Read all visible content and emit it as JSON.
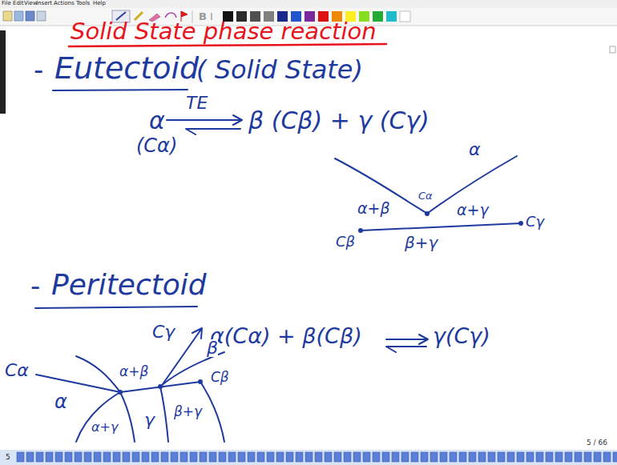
{
  "diagram": {
    "title": "Solid State phase reaction",
    "labels": [
      "File",
      "Edit",
      "View",
      "Insert",
      "Actions",
      "Tools",
      "Help",
      "-",
      "Eutectoid",
      "( Solid State)",
      "α",
      "TE",
      "β (Cβ) + γ (Cγ)",
      "(Cα)",
      "α",
      "α+β",
      "Cα",
      "α+γ",
      "Cβ",
      "Cγ",
      "β+γ",
      "-",
      "Peritectoid",
      "Cγ",
      "α(Cα) + β(Cβ)",
      "γ(Cγ)",
      "Cα",
      "α",
      "α+β",
      "β",
      "Cβ",
      "α+γ",
      "γ",
      "β+γ",
      "5 / 66",
      "5",
      "B",
      "I"
    ]
  }
}
